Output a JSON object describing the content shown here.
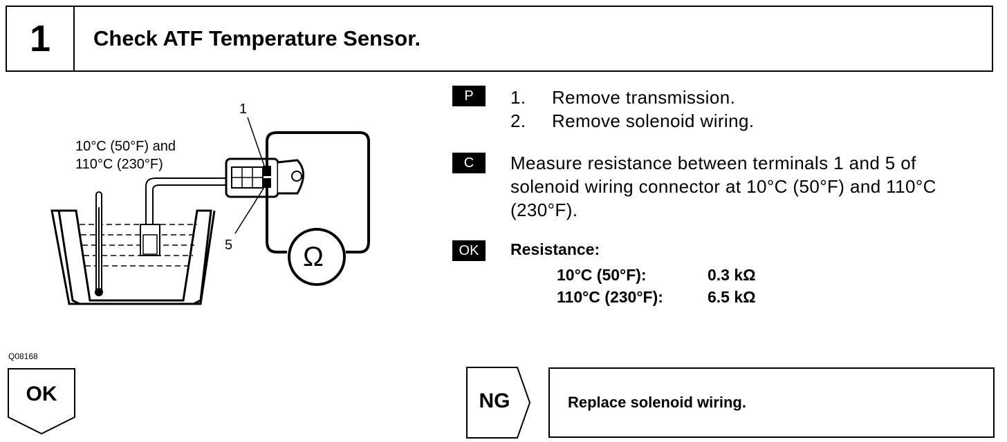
{
  "header": {
    "step_number": "1",
    "title": "Check ATF Temperature Sensor."
  },
  "figure": {
    "temp_label_line1": "10°C (50°F) and",
    "temp_label_line2": "110°C (230°F)",
    "terminal_1": "1",
    "terminal_5": "5",
    "ohm_symbol": "Ω",
    "figure_id": "Q08168"
  },
  "procedure": {
    "tag": "P",
    "steps": [
      {
        "num": "1.",
        "text": "Remove transmission."
      },
      {
        "num": "2.",
        "text": "Remove solenoid wiring."
      }
    ]
  },
  "check": {
    "tag": "C",
    "line1": "Measure resistance between terminals 1 and 5 of",
    "line2": "solenoid wiring connector at 10°C (50°F) and 110°C",
    "line3": "(230°F)."
  },
  "ok_spec": {
    "tag": "OK",
    "heading": "Resistance:",
    "rows": [
      {
        "condition": "10°C (50°F):",
        "value": "0.3 kΩ"
      },
      {
        "condition": "110°C (230°F):",
        "value": "6.5 kΩ"
      }
    ]
  },
  "results": {
    "ok_label": "OK",
    "ng_label": "NG",
    "ng_action": "Replace solenoid wiring."
  }
}
